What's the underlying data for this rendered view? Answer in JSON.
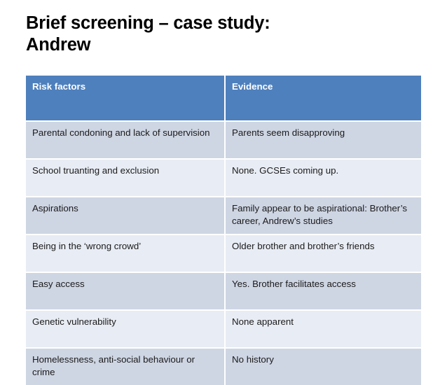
{
  "slide": {
    "title": "Brief screening – case study:\nAndrew",
    "colors": {
      "header_blue": "#4e80bd",
      "row_dark": "#ced5e3",
      "row_light": "#e8ecf4",
      "header_text": "#ffffff",
      "body_text": "#1b1b1b",
      "background": "#ffffff"
    }
  },
  "table": {
    "headers": [
      "Risk factors",
      "Evidence"
    ],
    "rows": [
      {
        "risk_factor": "Parental condoning and lack of supervision",
        "evidence": "Parents seem disapproving"
      },
      {
        "risk_factor": "School truanting and exclusion",
        "evidence": "None. GCSEs coming up."
      },
      {
        "risk_factor": "Aspirations",
        "evidence": "Family appear to be aspirational: Brother’s career, Andrew’s studies"
      },
      {
        "risk_factor": "Being in the ‘wrong crowd’",
        "evidence": "Older brother and brother’s friends"
      },
      {
        "risk_factor": "Easy access",
        "evidence": "Yes. Brother facilitates access"
      },
      {
        "risk_factor": "Genetic vulnerability",
        "evidence": "None apparent"
      },
      {
        "risk_factor": "Homelessness, anti-social behaviour or crime",
        "evidence": "No history"
      }
    ]
  }
}
